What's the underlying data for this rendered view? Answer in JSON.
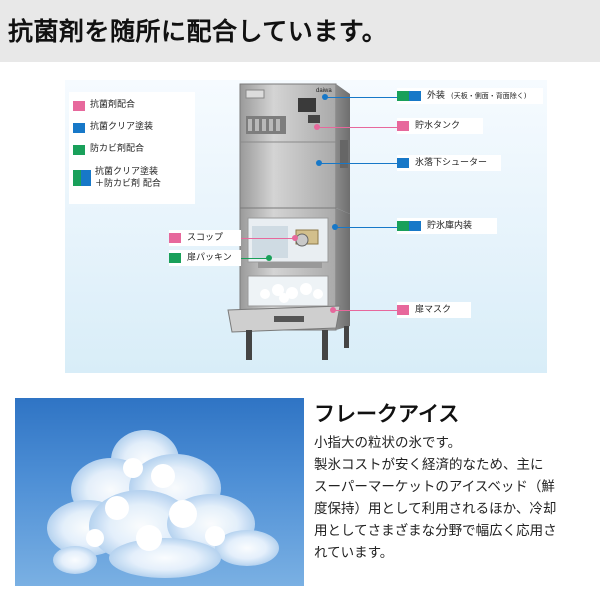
{
  "header": {
    "title": "抗菌剤を随所に配合しています。"
  },
  "legend": {
    "items": [
      {
        "label": "抗菌剤配合",
        "color": "#e7689c"
      },
      {
        "label": "抗菌クリア塗装",
        "color": "#1778c8"
      },
      {
        "label": "防カビ剤配合",
        "color": "#19a05a"
      },
      {
        "label_line1": "抗菌クリア塗装",
        "label_line2": "＋防カビ剤 配合"
      }
    ]
  },
  "callouts": {
    "exterior": "外装",
    "exterior_note": "(天板・側面・背面除く)",
    "water_tank": "貯水タンク",
    "ice_chute": "氷落下シューター",
    "bin_interior": "貯氷庫内装",
    "scoop": "スコップ",
    "door_gasket": "扉パッキン",
    "door_mask": "扉マスク"
  },
  "machine": {
    "logo_text": "daiwa"
  },
  "product": {
    "title": "フレークアイス",
    "description_lines": [
      "小指大の粒状の氷です。",
      "製氷コストが安く経済的なため、主に",
      "スーパーマーケットのアイスベッド（鮮",
      "度保持）用として利用されるほか、冷却",
      "用としてさまざまな分野で幅広く応用さ",
      "れています。"
    ]
  }
}
